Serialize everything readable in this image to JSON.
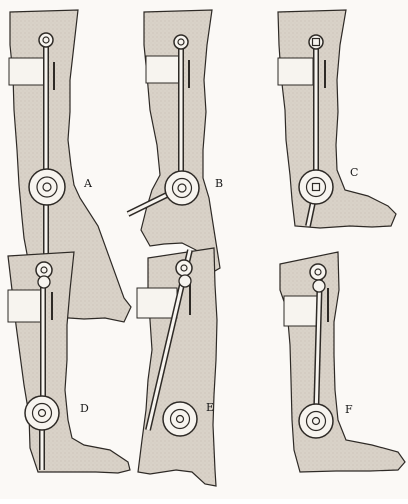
{
  "figure": {
    "panels": [
      {
        "label": "A"
      },
      {
        "label": "B"
      },
      {
        "label": "C"
      },
      {
        "label": "D"
      },
      {
        "label": "E"
      },
      {
        "label": "F"
      }
    ],
    "colors": {
      "leg_fill": "#d9d2c8",
      "line": "#2e2a26",
      "strap_fill": "#f7f4ef",
      "background": "#fbf9f6"
    }
  }
}
